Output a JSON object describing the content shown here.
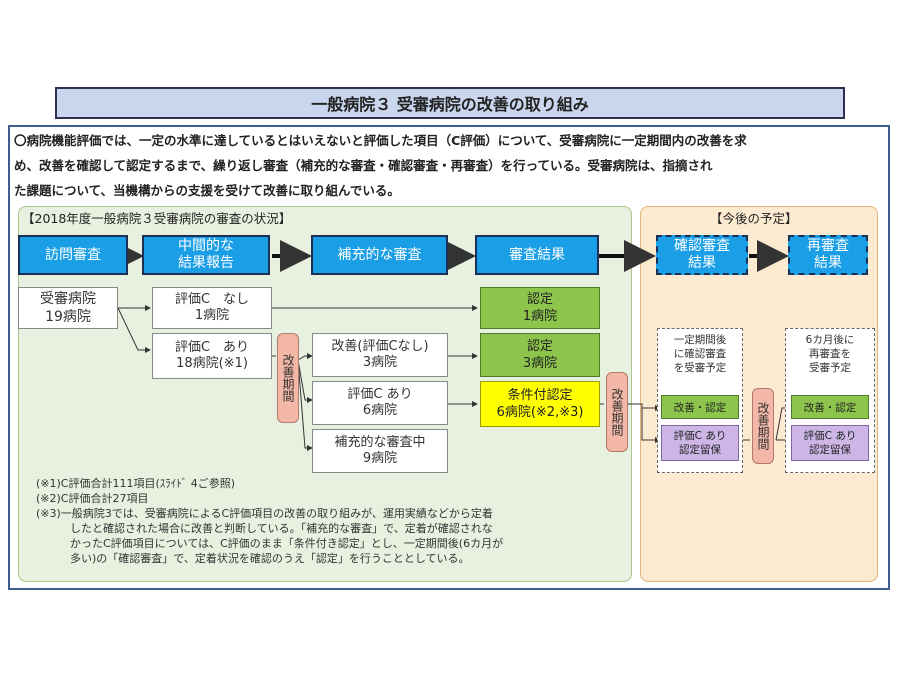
{
  "title": "一般病院３ 受審病院の改善の取り組み",
  "intro": [
    "〇病院機能評価では、一定の水準に達しているとはいえないと評価した項目（C評価）について、受審病院に一定期間内の改善を求",
    "め、改善を確認して認定するまで、繰り返し審査（補充的な審査・確認審査・再審査）を行っている。受審病院は、指摘され",
    "た課題について、当機構からの支援を受けて改善に取り組んでいる。"
  ],
  "left_panel": {
    "title": "【2018年度一般病院３受審病院の審査の状況】",
    "headers": {
      "visit": "訪問審査",
      "interim": [
        "中間的な",
        "結果報告"
      ],
      "supplementary": "補充的な審査",
      "result": "審査結果"
    },
    "applicants": [
      "受審病院",
      "19病院"
    ],
    "evalc_none": [
      "評価C　なし",
      "1病院"
    ],
    "evalc_yes": [
      "評価C　あり",
      "18病院(※1)"
    ],
    "period_label": "改善期間",
    "improved": [
      "改善(評価Cなし)",
      "3病院"
    ],
    "evalc_remain": [
      "評価C あり",
      "6病院"
    ],
    "in_progress": [
      "補充的な審査中",
      "9病院"
    ],
    "cert1": [
      "認定",
      "1病院"
    ],
    "cert3": [
      "認定",
      "3病院"
    ],
    "conditional": [
      "条件付認定",
      "6病院(※2,※3)"
    ],
    "notes": [
      "(※1)C評価合計111項目(ｽﾗｲﾄﾞ 4ご参照)",
      "(※2)C評価合計27項目",
      "(※3)一般病院3では、受審病院によるC評価項目の改善の取り組みが、運用実績などから定着",
      "したと確認された場合に改善と判断している。「補充的な審査」で、定着が確認されな",
      "かったC評価項目については、C評価のまま「条件付き認定」とし、一定期間後(6カ月が",
      "多い)の「確認審査」で、定着状況を確認のうえ「認定」を行うこととしている。"
    ]
  },
  "right_panel": {
    "title": "【今後の予定】",
    "confirm_header": [
      "確認審査",
      "結果"
    ],
    "reexam_header": [
      "再審査",
      "結果"
    ],
    "confirm_desc": [
      "一定期間後",
      "に確認審査",
      "を受審予定"
    ],
    "reexam_desc": [
      "6カ月後に",
      "再審査を",
      "受審予定"
    ],
    "improve_cert": "改善・認定",
    "evalc_hold": [
      "評価C あり",
      "認定留保"
    ],
    "period_label": "改善期間"
  }
}
